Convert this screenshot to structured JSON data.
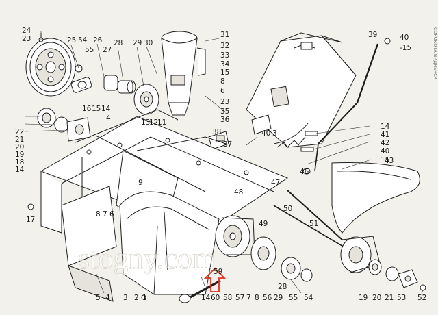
{
  "watermark": "stogny.com",
  "side_text": "СОРОКОТА ВИДНЕНСК",
  "part_numbers": [
    "24",
    "23",
    "25",
    "54",
    "55",
    "26",
    "27",
    "28",
    "29",
    "30",
    "31",
    "32",
    "33",
    "34",
    "15",
    "8",
    "6",
    "23",
    "35",
    "36",
    "16",
    "15",
    "14",
    "22",
    "21",
    "20",
    "19",
    "18",
    "14",
    "4",
    "13",
    "12",
    "11",
    "38",
    "37",
    "40",
    "3",
    "39",
    "40",
    "-15",
    "14",
    "41",
    "42",
    "40",
    "15",
    "43",
    "46",
    "47",
    "48",
    "50",
    "51",
    "17",
    "8",
    "7",
    "6",
    "9",
    "49",
    "5",
    "4",
    "3",
    "2",
    "1",
    "14",
    "60",
    "59",
    "58",
    "57",
    "7",
    "8",
    "56",
    "29",
    "28",
    "55",
    "54",
    "19",
    "20",
    "21",
    "53",
    "52"
  ],
  "highlight_part": "60",
  "colors": {
    "line": "#1e1e1e",
    "paper": "#f3f1ec",
    "arrow": "#e0301e"
  }
}
